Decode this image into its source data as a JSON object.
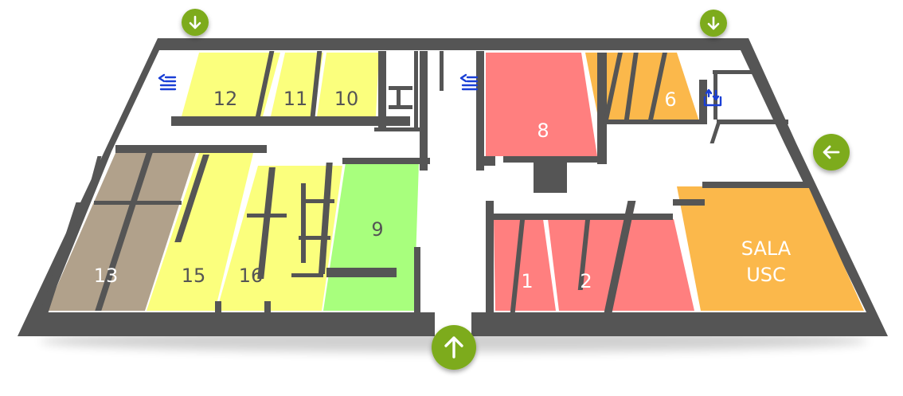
{
  "map": {
    "colors": {
      "wall": "#555555",
      "corridor": "#ffffff",
      "yellow": "#fbff7d",
      "red": "#ff7f7f",
      "orange": "#fbb84b",
      "green": "#a8ff7d",
      "taupe": "#b1a18b",
      "entrance": "#7dab1a",
      "icon": "#1a3fd6"
    },
    "rooms": [
      {
        "id": "12",
        "label": "12",
        "color": "yellow"
      },
      {
        "id": "11",
        "label": "11",
        "color": "yellow"
      },
      {
        "id": "10",
        "label": "10",
        "color": "yellow"
      },
      {
        "id": "8",
        "label": "8",
        "color": "red"
      },
      {
        "id": "6",
        "label": "6",
        "color": "orange"
      },
      {
        "id": "13",
        "label": "13",
        "color": "taupe"
      },
      {
        "id": "15",
        "label": "15",
        "color": "yellow"
      },
      {
        "id": "16",
        "label": "16",
        "color": "yellow"
      },
      {
        "id": "9",
        "label": "9",
        "color": "green"
      },
      {
        "id": "1",
        "label": "1",
        "color": "red"
      },
      {
        "id": "2",
        "label": "2",
        "color": "red"
      },
      {
        "id": "sala-usc",
        "label_line1": "SALA",
        "label_line2": "USC",
        "color": "orange"
      }
    ],
    "icons": [
      "stairs-icon",
      "stairs-icon",
      "elevator-icon"
    ],
    "entrances": [
      {
        "id": "top-left",
        "direction": "down"
      },
      {
        "id": "top-right",
        "direction": "down"
      },
      {
        "id": "right",
        "direction": "left"
      },
      {
        "id": "bottom",
        "direction": "up"
      }
    ]
  }
}
